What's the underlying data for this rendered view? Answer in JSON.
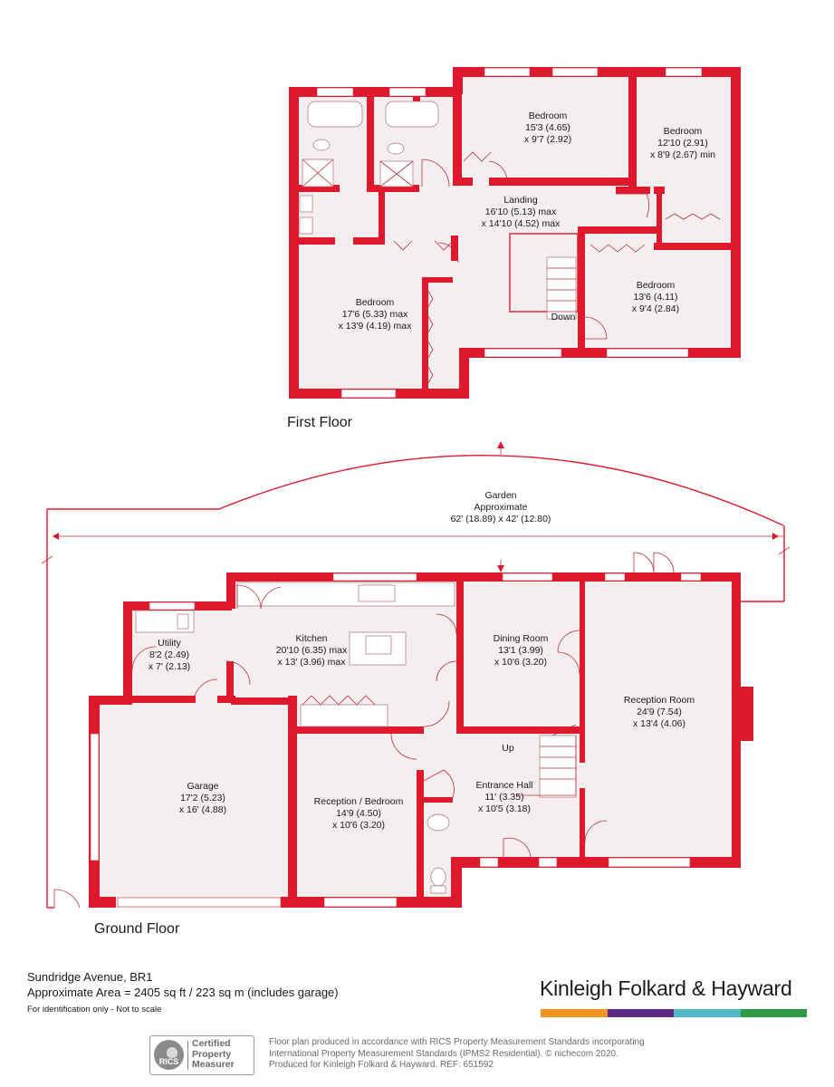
{
  "first_floor": {
    "label": "First Floor",
    "rooms": [
      {
        "name": "Bedroom",
        "dims": [
          "15'3 (4.65)",
          "x 9'7 (2.92)"
        ]
      },
      {
        "name": "Bedroom",
        "dims": [
          "12'10 (2.91)",
          "x 8'9 (2.67) min"
        ]
      },
      {
        "name": "Landing",
        "dims": [
          "16'10 (5.13) max",
          "x 14'10 (4.52) max"
        ]
      },
      {
        "name": "Bedroom",
        "dims": [
          "13'6 (4.11)",
          "x 9'4 (2.84)"
        ]
      },
      {
        "name": "Bedroom",
        "dims": [
          "17'6 (5.33) max",
          "x 13'9 (4.19) max"
        ]
      }
    ],
    "stair_label": "Down"
  },
  "ground_floor": {
    "label": "Ground Floor",
    "garden": {
      "name": "Garden",
      "dims": [
        "Approximate",
        "62' (18.89) x 42' (12.80)"
      ]
    },
    "rooms": [
      {
        "name": "Utility",
        "dims": [
          "8'2 (2.49)",
          "x 7' (2.13)"
        ]
      },
      {
        "name": "Kitchen",
        "dims": [
          "20'10 (6.35) max",
          "x 13' (3.96) max"
        ]
      },
      {
        "name": "Dining Room",
        "dims": [
          "13'1 (3.99)",
          "x 10'6 (3.20)"
        ]
      },
      {
        "name": "Reception Room",
        "dims": [
          "24'9 (7.54)",
          "x 13'4 (4.06)"
        ]
      },
      {
        "name": "Garage",
        "dims": [
          "17'2 (5.23)",
          "x 16' (4.88)"
        ]
      },
      {
        "name": "Reception / Bedroom",
        "dims": [
          "14'9 (4.50)",
          "x 10'6 (3.20)"
        ]
      },
      {
        "name": "Entrance Hall",
        "dims": [
          "11' (3.35)",
          "x 10'5 (3.18)"
        ]
      }
    ],
    "stair_label": "Up"
  },
  "footer": {
    "address": "Sundridge Avenue, BR1",
    "area": "Approximate Area = 2405 sq ft / 223 sq m (includes garage)",
    "note": "For identification only - Not to scale",
    "brand": "Kinleigh Folkard & Hayward",
    "brand_colors": [
      "#f0961e",
      "#5b2a86",
      "#4fb9c9",
      "#2e9a46"
    ],
    "badge_logo": "RICS",
    "badge_lines": [
      "Certified",
      "Property",
      "Measurer"
    ],
    "disclaimer_lines": [
      "Floor plan produced in accordance with RICS Property Measurement Standards incorporating",
      "International Property Measurement Standards (IPMS2 Residential).  © nichecom 2020.",
      "Produced for Kinleigh Folkard & Hayward.   REF: 651592"
    ]
  },
  "colors": {
    "wall": "#e0182d",
    "floor": "#f4eeee"
  }
}
